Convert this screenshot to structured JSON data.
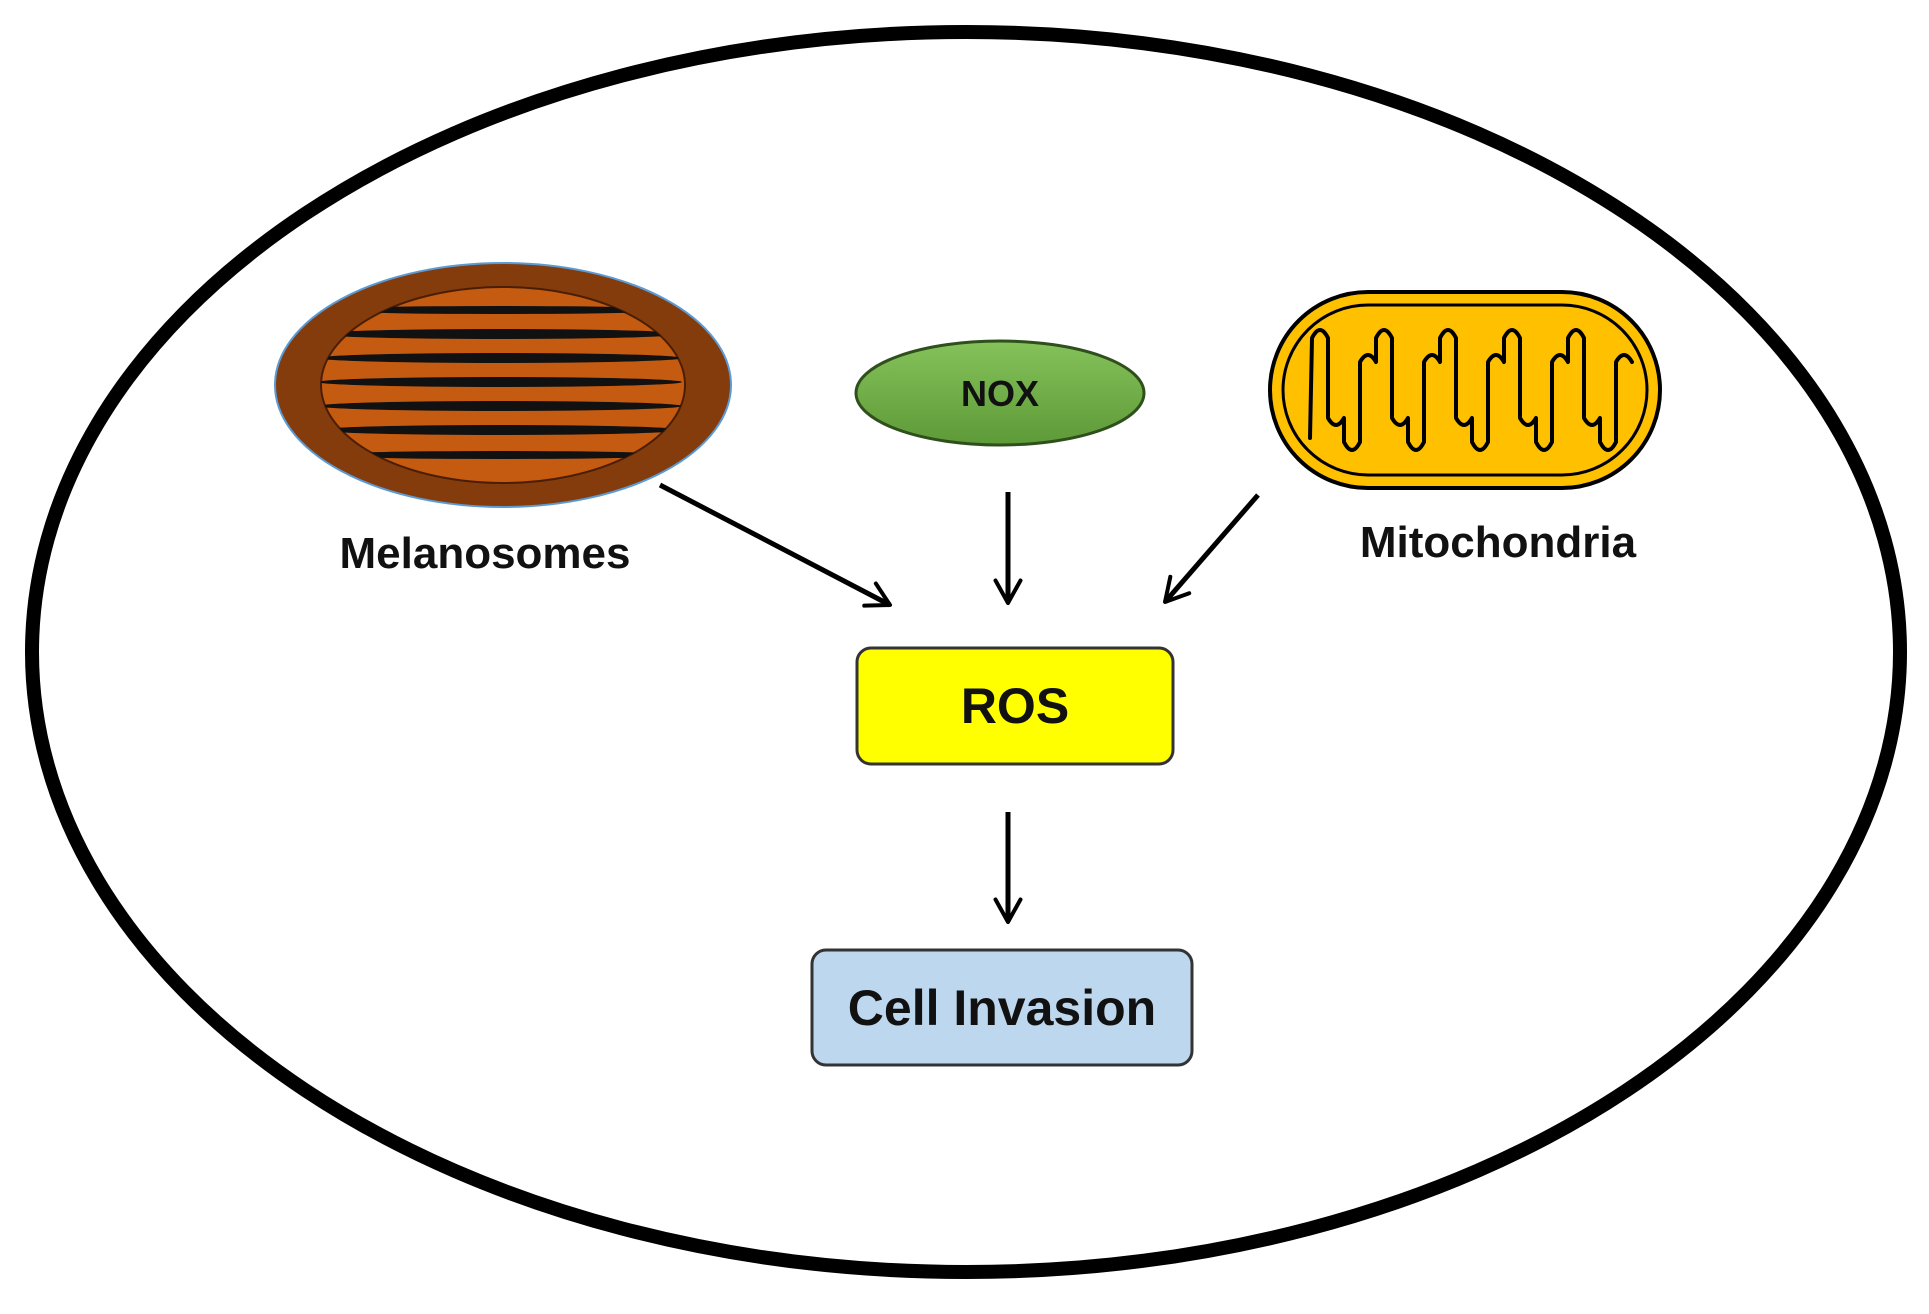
{
  "diagram": {
    "labels": {
      "melanosomes": "Melanosomes",
      "nox": "NOX",
      "mitochondria": "Mitochondria",
      "ros": "ROS",
      "cell_invasion": "Cell Invasion"
    },
    "colors": {
      "cell_outline": "#000000",
      "melanosome_outer": "#843c0c",
      "melanosome_inner": "#c55a11",
      "nox_fill": "#70ad47",
      "mitochondria_fill": "#ffc000",
      "ros_fill": "#ffff00",
      "cell_invasion_fill": "#bdd7ee",
      "arrow": "#000000"
    },
    "edges": [
      {
        "from": "Melanosomes",
        "to": "ROS"
      },
      {
        "from": "NOX",
        "to": "ROS"
      },
      {
        "from": "Mitochondria",
        "to": "ROS"
      },
      {
        "from": "ROS",
        "to": "Cell Invasion"
      }
    ]
  }
}
